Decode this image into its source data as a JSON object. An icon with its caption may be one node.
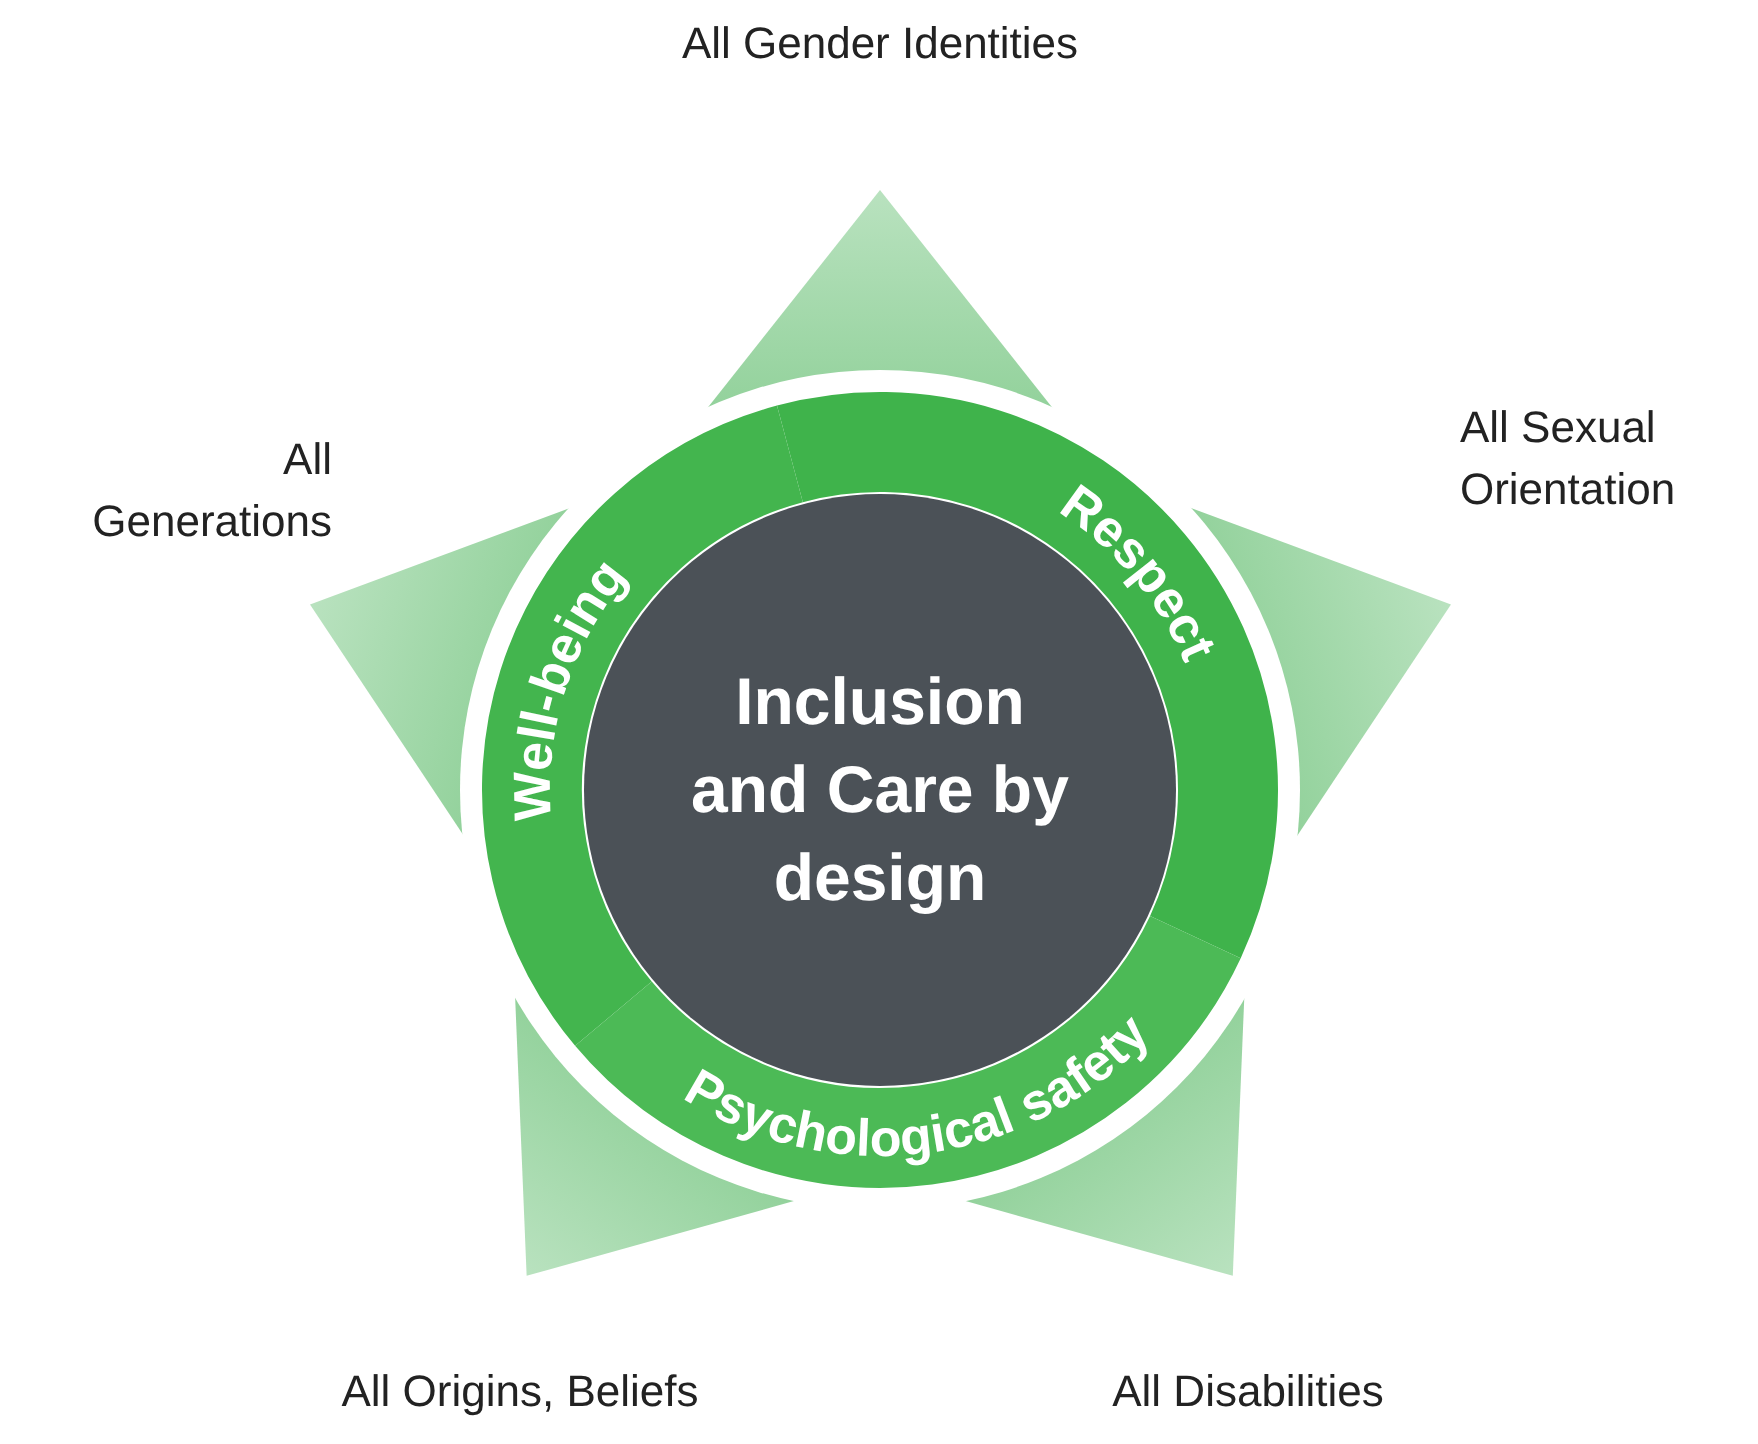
{
  "diagram": {
    "nodes": [
      {
        "text": [
          "All Gender Identities"
        ]
      },
      {
        "text": [
          "All Generations"
        ]
      },
      {
        "text": [
          "All Sexual Orientation"
        ]
      },
      {
        "text": [
          "Well-being"
        ]
      },
      {
        "text": [
          "Respect"
        ]
      },
      {
        "text": [
          "Inclusion and Care by design"
        ]
      },
      {
        "text": [
          "Psychological safety"
        ]
      },
      {
        "text": [
          "All Origins, Beliefs"
        ]
      },
      {
        "text": [
          "All Disabilities"
        ]
      }
    ]
  }
}
